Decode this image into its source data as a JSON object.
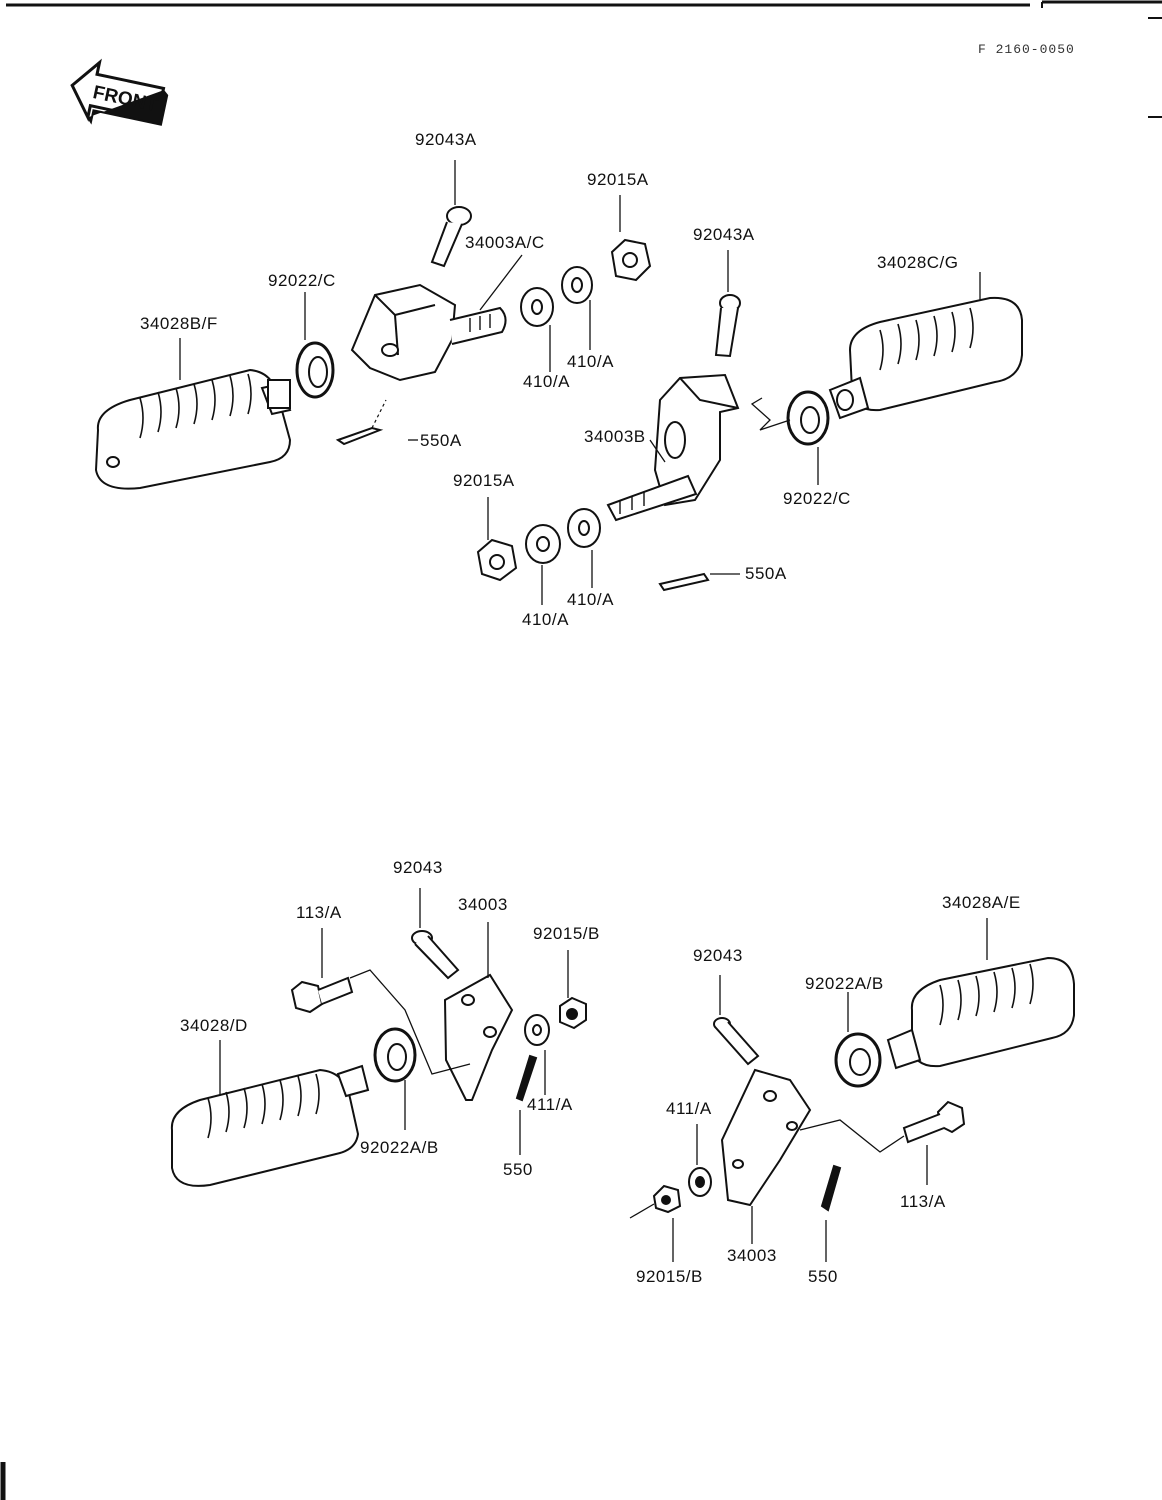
{
  "figure_code": "F 2160-0050",
  "front_badge": "FRONT",
  "upper_assembly": {
    "labels": {
      "bolt_left": "92043A",
      "nut_top": "92015A",
      "bracket_left": "34003A/C",
      "bolt_right": "92043A",
      "washer_left": "92022/C",
      "peg_left": "34028B/F",
      "peg_right": "34028C/G",
      "washer_a1": "410/A",
      "washer_a2": "410/A",
      "pin_left": "550A",
      "bracket_right": "34003B",
      "nut_bottom": "92015A",
      "washer_right": "92022/C",
      "washer_b1": "410/A",
      "washer_b2": "410/A",
      "pin_right": "550A"
    }
  },
  "lower_assembly": {
    "labels": {
      "bolt_pin_left": "92043",
      "bracket_left": "34003",
      "nut_left": "92015/B",
      "bolt_left": "113/A",
      "peg_left": "34028/D",
      "washer_left": "92022A/B",
      "washer_small_left": "411/A",
      "cotter_left": "550",
      "peg_right": "34028A/E",
      "bolt_pin_right": "92043",
      "washer_right": "92022A/B",
      "washer_small_right": "411/A",
      "bolt_right": "113/A",
      "nut_right": "92015/B",
      "bracket_right": "34003",
      "cotter_right": "550"
    }
  }
}
